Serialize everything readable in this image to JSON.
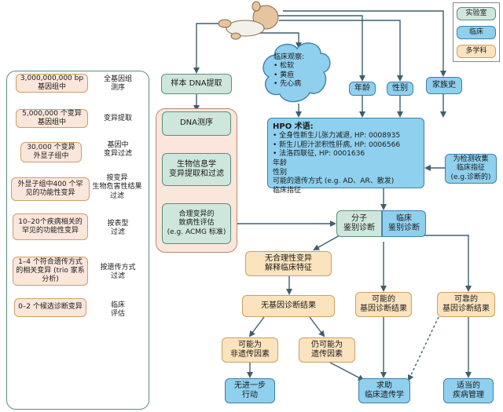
{
  "legend": {
    "lab": "实验室",
    "clinical": "临床",
    "multidisciplinary": "多学科"
  },
  "funnel": {
    "steps": [
      {
        "box": "3,000,000,000 bp\n基因组中",
        "side": "全基因组\n测序"
      },
      {
        "box": "5,000,000 个变异\n基因组中",
        "side": "变异提取"
      },
      {
        "box": "30,000 个变异\n外显子组中",
        "side": "基因中\n变异过滤"
      },
      {
        "box": "外显子组中400 个罕\n见的功能性变异",
        "side": "按变异\n生物危害性结果\n过滤"
      },
      {
        "box": "10–20个疾病相关的\n罕见的功能性变异",
        "side": "按表型\n过滤"
      },
      {
        "box": "1–4 个符合遗传方式\n的相关变异 (trio 家系\n分析)",
        "side": "按遗传方式\n过滤"
      },
      {
        "box": "0–2 个候选诊断变异",
        "side": "临床\n评估"
      }
    ]
  },
  "lab_flow": {
    "dna_extraction": "样本 DNA提取",
    "dna_sequencing": "DNA测序",
    "bioinformatics": "生物信息学\n变异提取和过滤",
    "pathogenicity": "合理变异的\n致病性评估\n(e.g. ACMG 标准)"
  },
  "clinical_obs": {
    "title": "临床观察:",
    "items": [
      "• 松软",
      "• 黄疸",
      "• 先心病"
    ]
  },
  "age": "年龄",
  "sex": "性别",
  "family_history": "家族史",
  "hpo": {
    "title": "HPO 术语:",
    "lines": [
      "• 全身性新生儿张力减退, HP: 0008935",
      "• 新生儿胆汁淤积性肝病, HP: 0006566",
      "• 法洛四联征, HP: 0001636",
      "年龄",
      "性别",
      "可能的遗传方式 (e.g. AD、AR、散发)",
      "临床指征"
    ]
  },
  "indication_note": "为检测收集\n临床指征\n(e.g.诊断的)",
  "diagnosis": {
    "molecular": "分子\n鉴别诊断",
    "clinical": "临床\n鉴别诊断"
  },
  "unexplained": "无合理性变异\n解释临床特征",
  "no_dx": "无基因诊断结果",
  "possible_dx": "可能的\n基因诊断结果",
  "reliable_dx": "可靠的\n基因诊断结果",
  "non_genetic": "可能为\n非遗传因素",
  "still_genetic": "仍可能为\n遗传因素",
  "no_action": "无进一步\n行动",
  "seek_counsel": "求助\n临床遗传学",
  "management": "适当的\n疾病管理",
  "colors": {
    "lab": "#cfe6dc",
    "clinical": "#8fd0ee",
    "multi": "#fbe3bd",
    "arrow": "#3e5f6e",
    "panel": "#fbe6dc"
  }
}
